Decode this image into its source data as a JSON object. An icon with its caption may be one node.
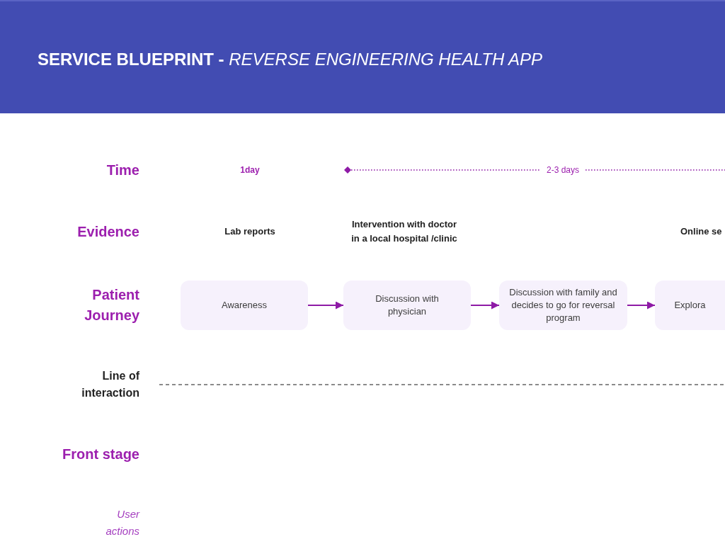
{
  "diagram": {
    "title": "**SERVICE BLUEPRINT -** *REVERSE ENGINEERING HEALTH APP*",
    "nodes": [
      {
        "text": [
          "Awareness"
        ]
      },
      {
        "text": [
          "Discussion with physician"
        ]
      },
      {
        "text": [
          "Discussion with family and decides to go for reversal program"
        ]
      },
      {
        "text": [
          "Explora"
        ]
      }
    ],
    "edges": [
      {
        "from": 0,
        "to": 1,
        "arrow": "to"
      },
      {
        "from": 1,
        "to": 2,
        "arrow": "to"
      },
      {
        "from": 2,
        "to": 3,
        "arrow": "to"
      }
    ],
    "labels": [
      "Time",
      "1day",
      "2-3 days",
      "Evidence",
      "Lab reports",
      "Intervention with doctor in a local hospital /clinic",
      "Online se",
      "Patient Journey",
      "Line of interaction",
      "Front stage",
      "User actions"
    ]
  }
}
